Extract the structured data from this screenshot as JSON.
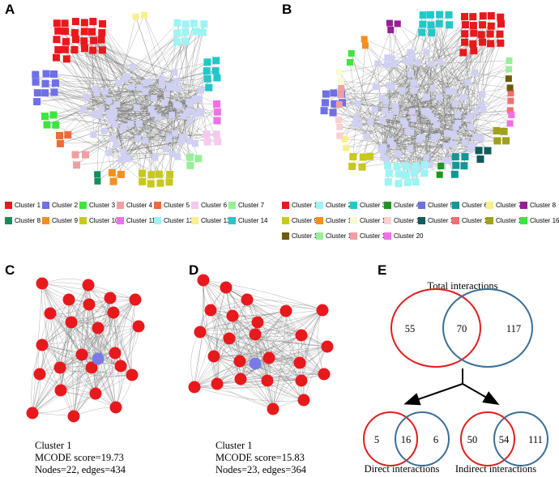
{
  "panels": {
    "a": {
      "label": "A"
    },
    "b": {
      "label": "B"
    },
    "c": {
      "label": "C"
    },
    "d": {
      "label": "D"
    },
    "e": {
      "label": "E"
    }
  },
  "legend_a": [
    {
      "label": "Cluster 1",
      "color": "#e8191c"
    },
    {
      "label": "Cluster 2",
      "color": "#6f6fe6"
    },
    {
      "label": "Cluster 3",
      "color": "#3ce63c"
    },
    {
      "label": "Cluster 4",
      "color": "#f0a0a0"
    },
    {
      "label": "Cluster 5",
      "color": "#ee6a3c"
    },
    {
      "label": "Cluster 6",
      "color": "#f7c8f0"
    },
    {
      "label": "Cluster 7",
      "color": "#96f096"
    },
    {
      "label": "Cluster 8",
      "color": "#0f8f5a"
    },
    {
      "label": "Cluster 9",
      "color": "#f5901e"
    },
    {
      "label": "Cluster 10",
      "color": "#c8c81e"
    },
    {
      "label": "Cluster 11",
      "color": "#f070e6"
    },
    {
      "label": "Cluster 12",
      "color": "#9cf4f4"
    },
    {
      "label": "Cluster 13",
      "color": "#f8f08c"
    },
    {
      "label": "Cluster 14",
      "color": "#22c8c8"
    }
  ],
  "legend_b": [
    {
      "label": "Cluster 1",
      "color": "#e8191c"
    },
    {
      "label": "Cluster 2",
      "color": "#9cf4f4"
    },
    {
      "label": "Cluster 3",
      "color": "#22c8c8"
    },
    {
      "label": "Cluster 4",
      "color": "#1e961e"
    },
    {
      "label": "Cluster 5",
      "color": "#6f6fe6"
    },
    {
      "label": "Cluster 6",
      "color": "#149696"
    },
    {
      "label": "Cluster 7",
      "color": "#f8f08c"
    },
    {
      "label": "Cluster 8",
      "color": "#961e96"
    },
    {
      "label": "Cluster 9",
      "color": "#c8c81e"
    },
    {
      "label": "Cluster 10",
      "color": "#f5901e"
    },
    {
      "label": "Cluster 11",
      "color": "#fafad2"
    },
    {
      "label": "Cluster 12",
      "color": "#f8d0d0"
    },
    {
      "label": "Cluster 13",
      "color": "#145a5a"
    },
    {
      "label": "Cluster 14",
      "color": "#f07070"
    },
    {
      "label": "Cluster 15",
      "color": "#a0a01e"
    },
    {
      "label": "Cluster 16",
      "color": "#3ce63c"
    },
    {
      "label": "Cluster 17",
      "color": "#6e5a0a"
    },
    {
      "label": "Cluster 18",
      "color": "#96f096"
    },
    {
      "label": "Cluster 19",
      "color": "#f0a0a0"
    },
    {
      "label": "Cluster 20",
      "color": "#f070e6"
    }
  ],
  "cluster_c": {
    "title": "Cluster 1",
    "score": "MCODE score=19.73",
    "stats": "Nodes=22, edges=434"
  },
  "cluster_d": {
    "title": "Cluster 1",
    "score": "MCODE score=15.83",
    "stats": "Nodes=23, edges=364"
  },
  "venn": {
    "total_title": "Total interactions",
    "total": {
      "left": "55",
      "middle": "70",
      "right": "117"
    },
    "direct_title": "Direct interactions",
    "direct": {
      "left": "5",
      "middle": "16",
      "right": "6"
    },
    "indirect_title": "Indirect interactions",
    "indirect": {
      "left": "50",
      "middle": "54",
      "right": "111"
    },
    "colors": {
      "red": "#e01e1e",
      "blue": "#3c6e96"
    }
  },
  "colors": {
    "core_node": "#cfd0f2",
    "edge": "#555555",
    "hub_node": "#7a7ae6",
    "red_node": "#e8191c"
  }
}
